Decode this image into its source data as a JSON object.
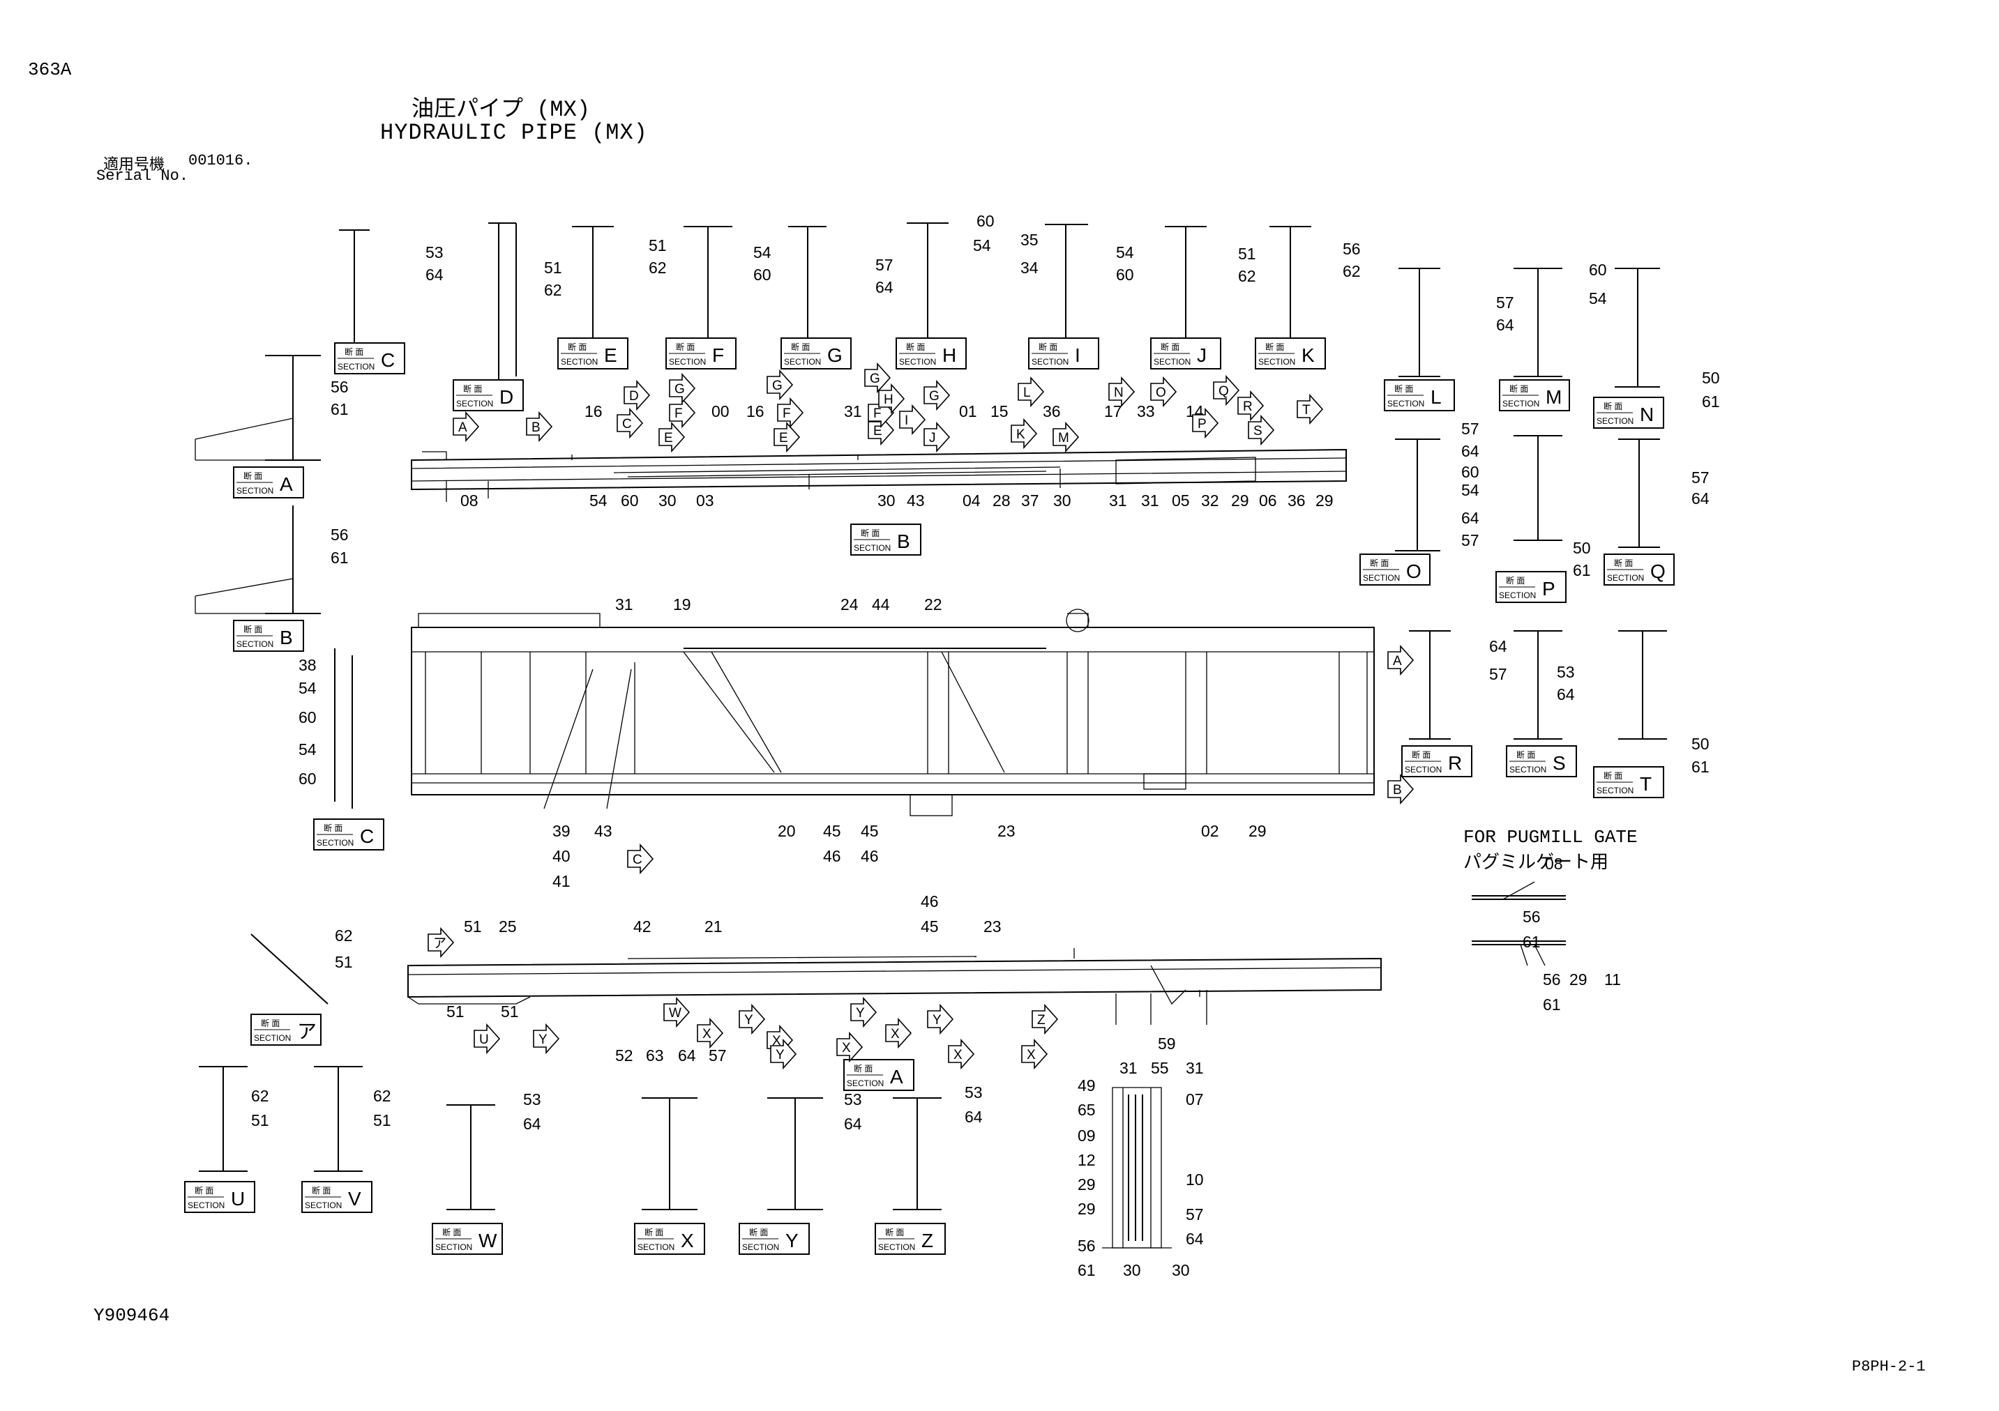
{
  "header": {
    "code": "363A",
    "title_ja": "油圧パイプ (MX)",
    "title_en": "HYDRAULIC PIPE (MX)",
    "serial_label_ja": "適用号機",
    "serial_value": "001016.",
    "serial_label_en": "Serial No."
  },
  "footer": {
    "drawing_id": "Y909464",
    "page_id": "P8PH-2-1"
  },
  "note": {
    "line1": "FOR PUGMILL GATE",
    "line2": "パグミルゲート用"
  },
  "section_caption": {
    "ja": "断 面",
    "en": "SECTION"
  },
  "section_letters": [
    "A",
    "B",
    "C",
    "D",
    "E",
    "F",
    "G",
    "H",
    "I",
    "J",
    "K",
    "L",
    "M",
    "N",
    "O",
    "P",
    "Q",
    "R",
    "S",
    "T",
    "U",
    "V",
    "W",
    "X",
    "Y",
    "Z",
    "ア"
  ],
  "part_numbers": [
    "00",
    "01",
    "02",
    "03",
    "04",
    "05",
    "06",
    "07",
    "08",
    "09",
    "10",
    "11",
    "12",
    "14",
    "15",
    "16",
    "17",
    "19",
    "20",
    "21",
    "22",
    "23",
    "24",
    "25",
    "28",
    "29",
    "30",
    "31",
    "32",
    "33",
    "34",
    "35",
    "36",
    "37",
    "38",
    "39",
    "40",
    "41",
    "42",
    "43",
    "44",
    "45",
    "46",
    "49",
    "50",
    "51",
    "52",
    "53",
    "54",
    "55",
    "56",
    "57",
    "59",
    "60",
    "61",
    "62",
    "63",
    "64",
    "65"
  ]
}
